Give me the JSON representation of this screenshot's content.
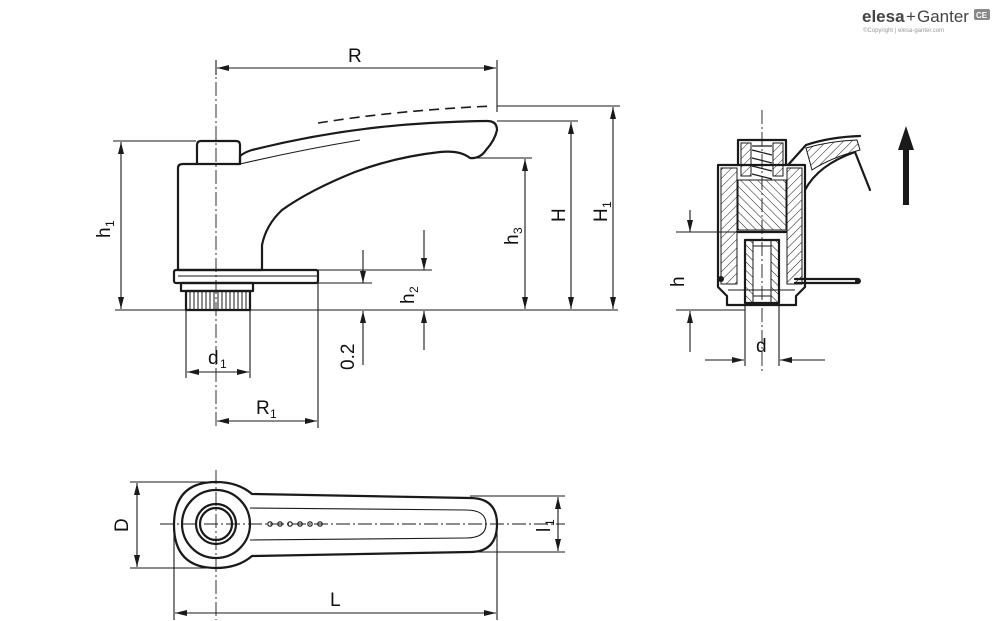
{
  "brand": {
    "name_part1": "elesa",
    "plus": "+",
    "name_part2": "Ganter",
    "copyright": "©Copyright | elesa-ganter.com",
    "mark": "CE"
  },
  "labels": {
    "R": "R",
    "h1": "h",
    "h1_sub": "1",
    "H": "H",
    "H1": "H",
    "H1_sub": "1",
    "h3": "h",
    "h3_sub": "3",
    "h2": "h",
    "h2_sub": "2",
    "gap": "0.2",
    "d1": "d",
    "d1_sub": "1",
    "R1": "R",
    "R1_sub": "1",
    "h": "h",
    "d": "d",
    "D": "D",
    "l1": "l",
    "l1_sub": "1",
    "L": "L"
  }
}
